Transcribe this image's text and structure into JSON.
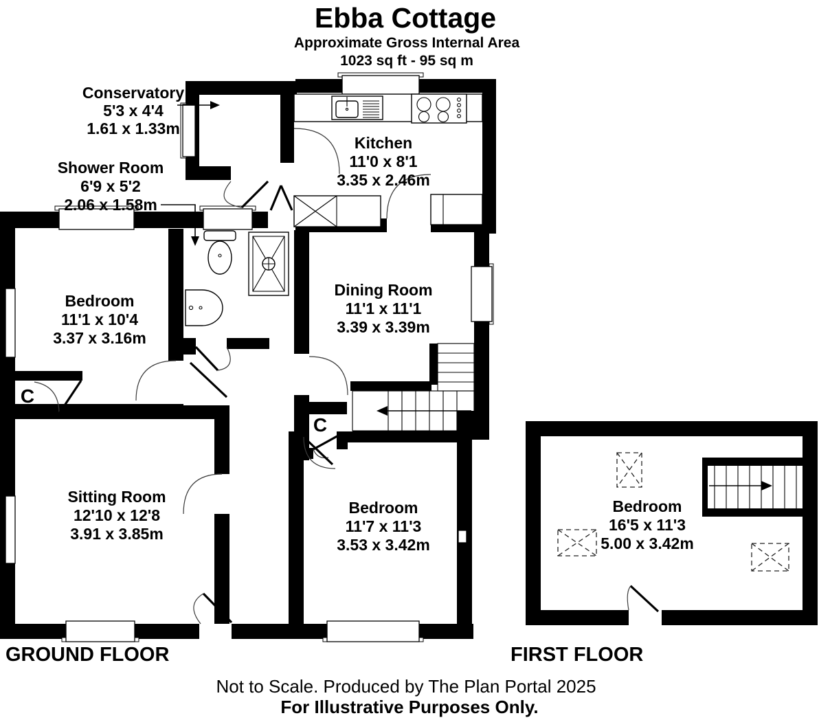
{
  "header": {
    "title": "Ebba Cottage",
    "subtitle": "Approximate Gross Internal Area",
    "area": "1023 sq ft - 95 sq m"
  },
  "rooms": {
    "conservatory": {
      "name": "Conservatory",
      "imperial": "5'3 x 4'4",
      "metric": "1.61 x 1.33m"
    },
    "shower_room": {
      "name": "Shower Room",
      "imperial": "6'9 x 5'2",
      "metric": "2.06 x 1.58m"
    },
    "kitchen": {
      "name": "Kitchen",
      "imperial": "11'0 x 8'1",
      "metric": "3.35 x 2.46m"
    },
    "bedroom_front": {
      "name": "Bedroom",
      "imperial": "11'1 x 10'4",
      "metric": "3.37 x 3.16m"
    },
    "dining_room": {
      "name": "Dining Room",
      "imperial": "11'1 x 11'1",
      "metric": "3.39 x 3.39m"
    },
    "sitting_room": {
      "name": "Sitting Room",
      "imperial": "12'10 x 12'8",
      "metric": "3.91 x 3.85m"
    },
    "bedroom_rear": {
      "name": "Bedroom",
      "imperial": "11'7 x 11'3",
      "metric": "3.53 x 3.42m"
    },
    "bedroom_first_floor": {
      "name": "Bedroom",
      "imperial": "16'5 x 11'3",
      "metric": "5.00 x 3.42m"
    }
  },
  "closets": {
    "label": "C"
  },
  "floor_labels": {
    "ground": "GROUND FLOOR",
    "first": "FIRST FLOOR"
  },
  "footer": {
    "line1": "Not to Scale. Produced by The Plan Portal 2025",
    "line2": "For Illustrative Purposes Only."
  },
  "colors": {
    "wall": "#000000",
    "background": "#ffffff",
    "text": "#000000"
  }
}
